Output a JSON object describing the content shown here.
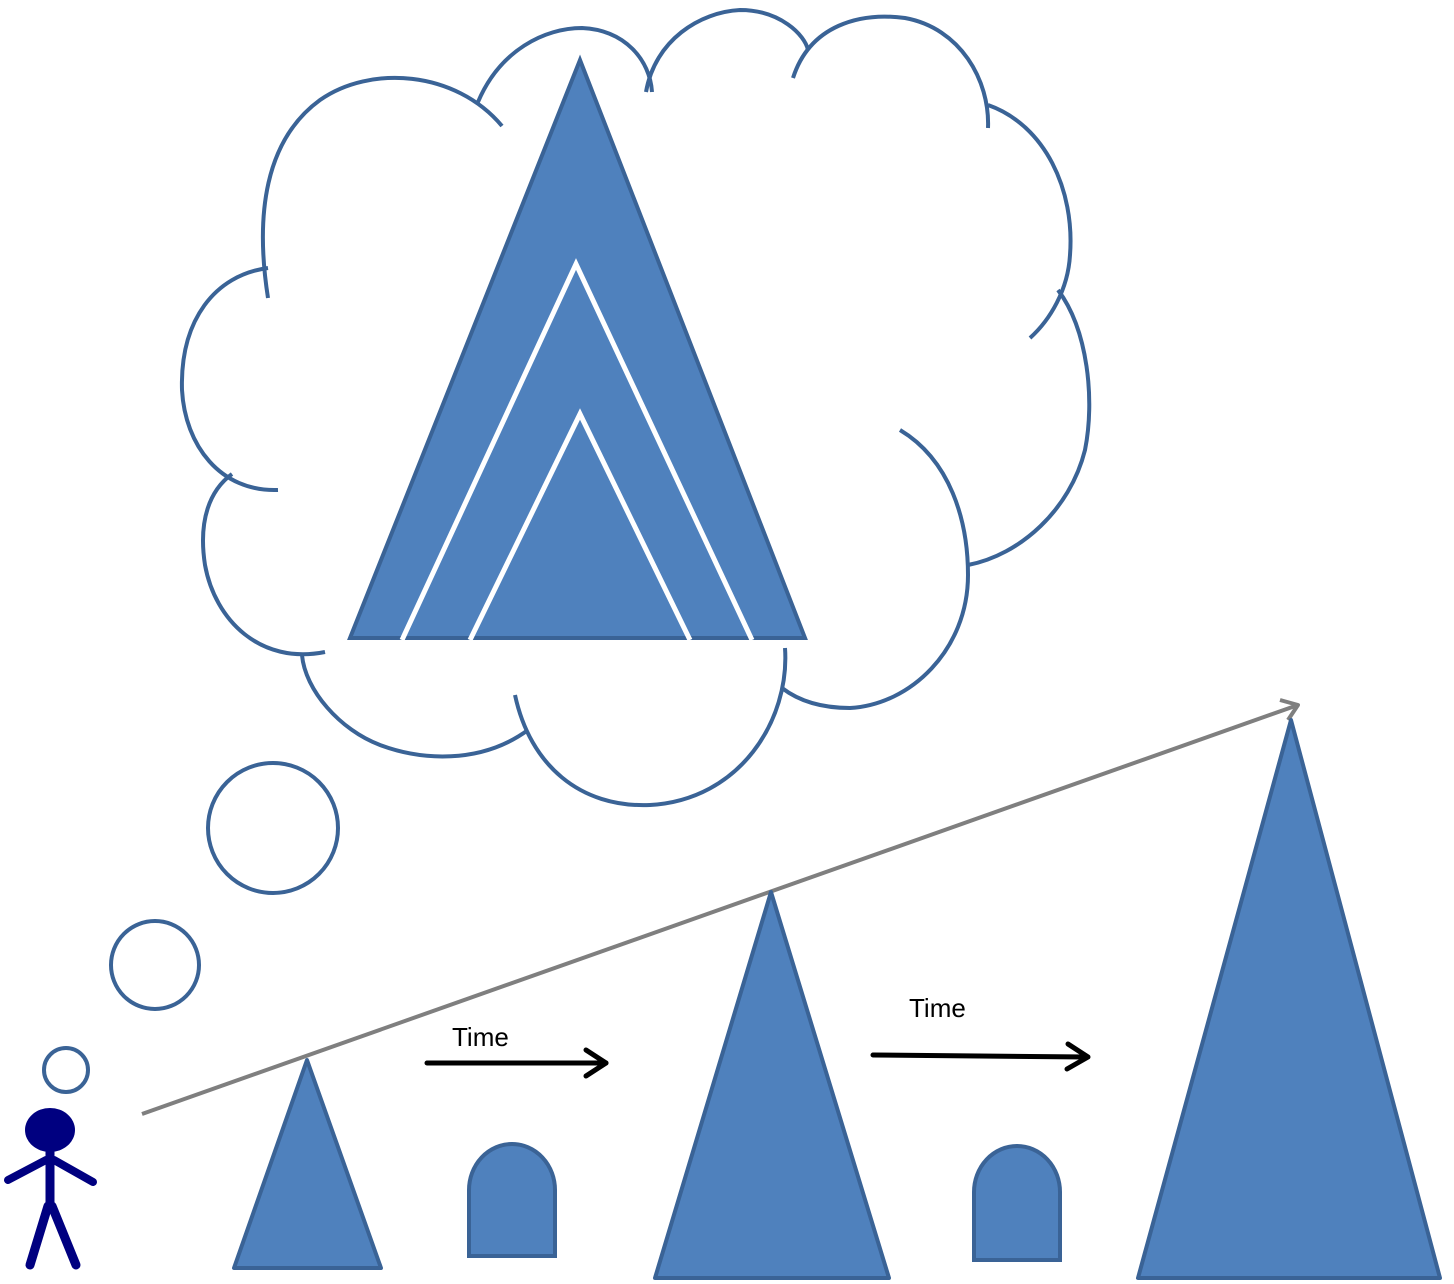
{
  "labels": {
    "time_1": "Time",
    "time_2": "Time"
  },
  "colors": {
    "shape_fill": "#4f81bd",
    "shape_stroke": "#385d8a",
    "figure": "#000080",
    "trend_arrow": "#7f7f7f",
    "time_arrow": "#000000",
    "background": "#ffffff"
  },
  "elements": {
    "person": "stick-figure",
    "thought_bubbles": 3,
    "thought_cloud_content": "nested-triangles",
    "growth_triangles": 3,
    "arches": 2
  }
}
